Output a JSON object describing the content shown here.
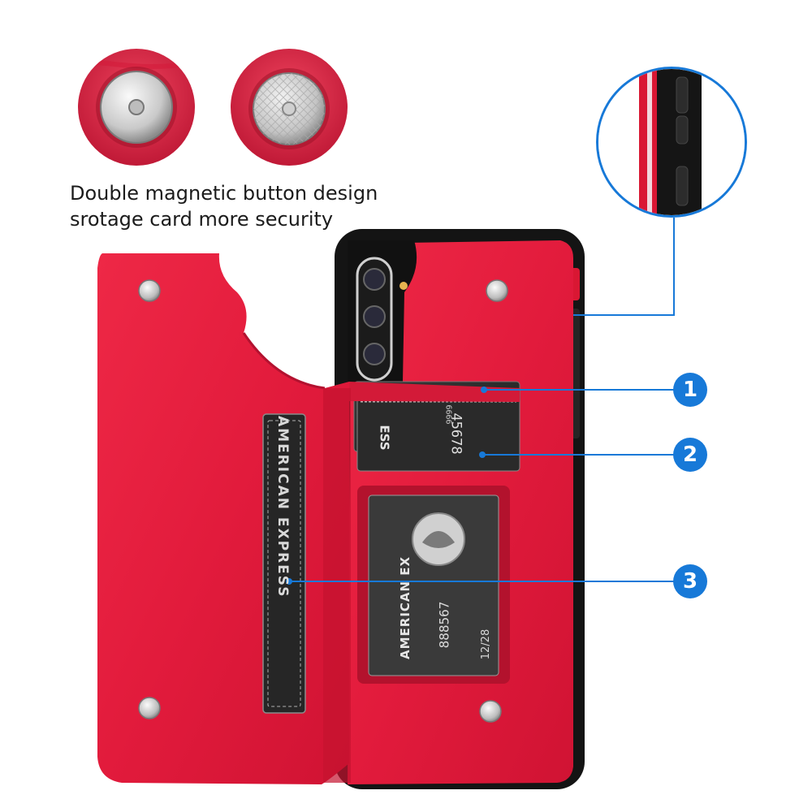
{
  "caption": {
    "line1": "Double magnetic button design",
    "line2": "srotage card more security"
  },
  "callouts": [
    {
      "number": "1"
    },
    {
      "number": "2"
    },
    {
      "number": "3"
    }
  ],
  "cards": {
    "brand": "AMERICAN EXPRESS",
    "brand_short": "AMERICAN EX",
    "number_fragment": "45678",
    "number_fragment_2": "6666",
    "number_fragment_3": "888567",
    "expiry": "12/28",
    "side_brand": "ESS"
  },
  "colors": {
    "leather": "#e8203f",
    "leather_dark": "#c2122d",
    "accent": "#1779d8",
    "phone_body": "#141414"
  }
}
